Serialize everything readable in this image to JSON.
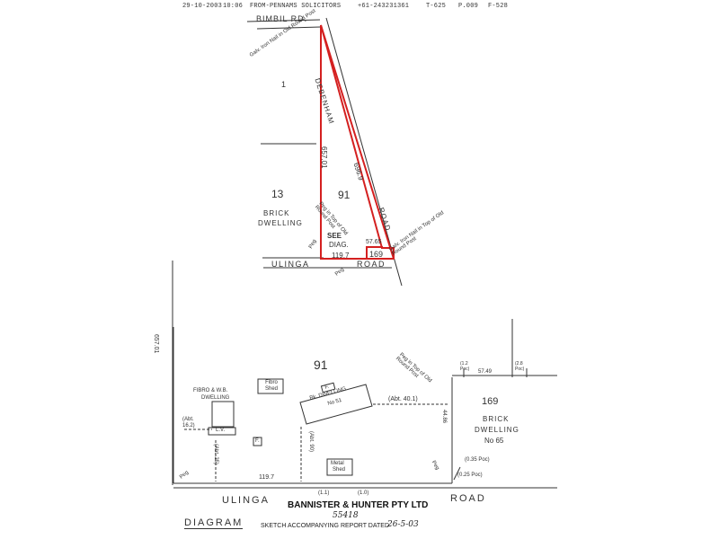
{
  "fax_header": {
    "date": "29-10-2003",
    "time": "10:06",
    "from": "FROM-PENNAMS SOLICITORS",
    "phone": "+61-243231361",
    "t_code": "T-625",
    "page": "P.009",
    "f_code": "F-528"
  },
  "top_plan": {
    "road_bimbil": "BIMBIL RD.",
    "road_debenham": "DEBENHAM",
    "road_road": "ROAD",
    "road_ulinga": "ULINGA",
    "road_ulinga_road": "ROAD",
    "lot_1": "1",
    "lot_13": "13",
    "lot_91": "91",
    "lot_169": "169",
    "brick": "BRICK",
    "dwelling": "DWELLING",
    "see": "SEE",
    "diag": "DIAG.",
    "dim_west": "657.01",
    "dim_east": "696.9",
    "dim_south": "119.7",
    "dim_small": "57.65",
    "note_nail_top": "Galv. Iron Nail in Old Round Post",
    "note_peg": "Peg in Top of Old Round Post",
    "note_nail_right": "Galv. Iron Nail in Top of Old Round Post",
    "peg_a": "Peg",
    "peg_b": "Peg"
  },
  "bottom_plan": {
    "lot_91": "91",
    "lot_169": "169",
    "dim_west": "657.01",
    "fibro_shed": "Fibro Shed",
    "fibro_dwelling_1": "FIBRO & W.B.",
    "fibro_dwelling_2": "DWELLING",
    "bk_dwelling_1": "Bk. DWELLING",
    "bk_dwelling_2": "No 51",
    "abt_40": "(Abt. 40.1)",
    "abt_16": "(Abt. 16.2)",
    "abt_25": "(Abt. 25)",
    "abt_90": "(Abt. 90)",
    "lv": "L.V.",
    "f_box": "F.",
    "f_small": "F.",
    "metal_shed_1": "Metal",
    "metal_shed_2": "Shed",
    "brick_1": "BRICK",
    "brick_2": "DWELLING",
    "brick_3": "No 65",
    "dim_south": "119.7",
    "dim_1_1": "(1.1)",
    "dim_1_0": "(1.0)",
    "dim_57_49": "57.49",
    "dim_1_2": "(1.2 Poc)",
    "dim_2_8": "(2.8 Poc)",
    "dim_0_35": "(0.35 Poc)",
    "dim_0_25": "(0.25 Poc)",
    "dim_east": "44.86",
    "peg_note": "Peg in Top of Old Round Post",
    "peg_sw": "Peg",
    "peg_se": "Peg",
    "ulinga": "ULINGA",
    "road": "ROAD"
  },
  "footer": {
    "diagram": "DIAGRAM",
    "company": "BANNISTER & HUNTER PTY LTD",
    "number": "55418",
    "sketch_note": "SKETCH ACCOMPANYING REPORT DATED",
    "date": "26-5-03"
  },
  "colors": {
    "boundary_red": "#d42020",
    "ink": "#333333"
  }
}
